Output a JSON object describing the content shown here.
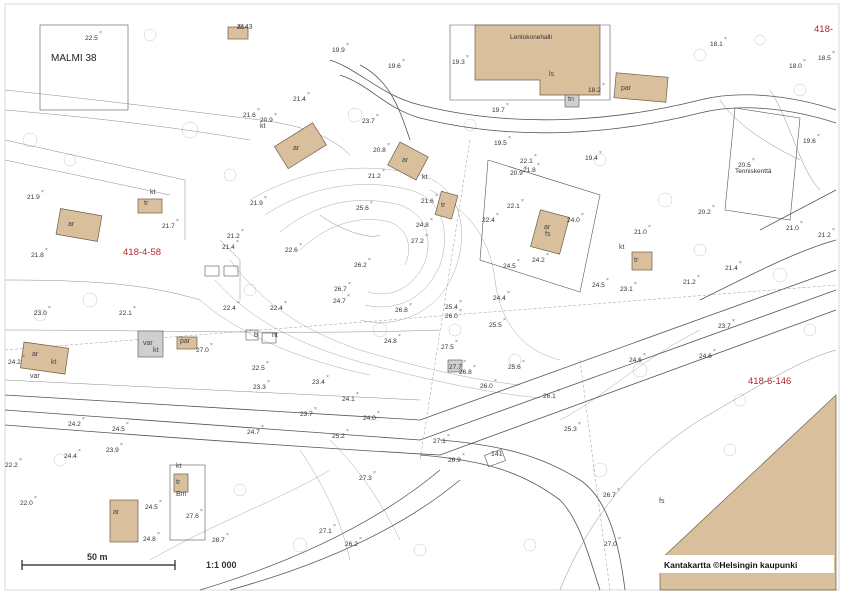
{
  "map": {
    "area_labels": [
      {
        "id": "malmi",
        "text": "MALMI 38"
      },
      {
        "id": "hall",
        "text": "Lentokonehalli"
      },
      {
        "id": "court",
        "text": "Tenniskenttä"
      }
    ],
    "parcels": [
      "418-4-58",
      "418-6-146",
      "418-"
    ],
    "building_codes": [
      "ar",
      "ar",
      "ar",
      "ar",
      "ar",
      "ar",
      "ar",
      "tr",
      "tr",
      "tr",
      "tr",
      "kt",
      "kt",
      "kt",
      "kt",
      "kt",
      "kt",
      "kt",
      "par",
      "par",
      "var",
      "var",
      "nt",
      "fs",
      "fs",
      "b",
      "tn",
      "ls",
      "Bm",
      "141",
      "7143"
    ],
    "elevations": [
      "22.5",
      "19.9",
      "19.6",
      "19.3",
      "18.1",
      "18.0",
      "18.5",
      "18.2",
      "21.4",
      "21.6",
      "20.9",
      "23.7",
      "19.7",
      "19.5",
      "20.8",
      "21.2",
      "22.1",
      "21.8",
      "20.9",
      "19.4",
      "20.5",
      "19.6",
      "21.9",
      "21.7",
      "21.9",
      "25.6",
      "21.6",
      "24.8",
      "22.4",
      "22.1",
      "24.0",
      "21.0",
      "20.2",
      "21.0",
      "21.2",
      "21.8",
      "21.2",
      "21.4",
      "22.6",
      "27.2",
      "24.2",
      "24.5",
      "26.2",
      "24.5",
      "23.1",
      "21.2",
      "21.4",
      "22.4",
      "26.7",
      "24.7",
      "26.8",
      "25.4",
      "26.0",
      "24.4",
      "23.0",
      "22.1",
      "22.4",
      "25.5",
      "23.7",
      "27.0",
      "24.8",
      "27.5",
      "22.5",
      "27.7",
      "26.8",
      "25.6",
      "24.6",
      "24.6",
      "24.2",
      "23.3",
      "23.4",
      "26.0",
      "24.1",
      "26.1",
      "24.2",
      "24.5",
      "23.7",
      "24.0",
      "24.7",
      "25.2",
      "27.1",
      "25.3",
      "24.4",
      "23.9",
      "26.9",
      "22.2",
      "27.3",
      "22.0",
      "24.5",
      "27.6",
      "26.7",
      "27.1",
      "27.0",
      "28.7",
      "26.2",
      "24.8"
    ],
    "scale_bar": {
      "distance": "50 m",
      "ratio": "1:1 000"
    },
    "copyright": "Kantakartta ©Helsingin kaupunki",
    "colors": {
      "building": "#d9bf9b",
      "special_building": "#cfcfcf",
      "parcel_id": "#b02a2a",
      "background": "#ffffff",
      "line": "#555555"
    }
  }
}
